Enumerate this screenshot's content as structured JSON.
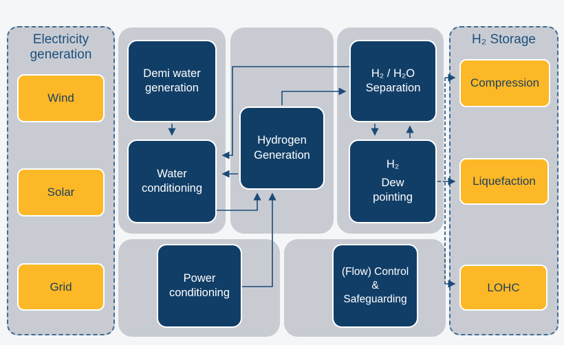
{
  "colors": {
    "background": "#f5f6f7",
    "panel_gray": "#c8ccd2",
    "navy_box": "#113e67",
    "yellow_box": "#fcb826",
    "line": "#1b4a78",
    "dashed_border": "#3c6a96",
    "title_text": "#1d4e7c",
    "yellow_box_text": "#1c3f5e"
  },
  "left_panel": {
    "title": "Electricity generation",
    "items": [
      {
        "label": "Wind"
      },
      {
        "label": "Solar"
      },
      {
        "label": "Grid"
      }
    ]
  },
  "right_panel": {
    "title": "H₂ Storage",
    "items": [
      {
        "label": "Compression"
      },
      {
        "label": "Liquefaction"
      },
      {
        "label": "LOHC"
      }
    ]
  },
  "process_boxes": {
    "demi_water": {
      "lines": [
        "Demi water",
        "generation"
      ]
    },
    "water_conditioning": {
      "lines": [
        "Water",
        "conditioning"
      ]
    },
    "hydrogen_generation": {
      "lines": [
        "Hydrogen",
        "Generation"
      ]
    },
    "h2_h2o_separation": {
      "lines": [
        "H₂ / H₂O",
        "Separation"
      ]
    },
    "h2_dew_pointing": {
      "lines": [
        "H₂",
        "Dew",
        "pointing"
      ]
    },
    "power_conditioning": {
      "lines": [
        "Power",
        "conditioning"
      ]
    },
    "flow_control": {
      "lines": [
        "(Flow) Control",
        "&",
        "Safeguarding"
      ]
    }
  },
  "connections": [
    {
      "from": "demi_water",
      "to": "water_conditioning",
      "style": "solid"
    },
    {
      "from": "h2_h2o_separation",
      "to": "water_conditioning",
      "style": "solid"
    },
    {
      "from": "hydrogen_generation",
      "to": "water_conditioning",
      "style": "solid"
    },
    {
      "from": "water_conditioning",
      "to": "hydrogen_generation",
      "style": "solid"
    },
    {
      "from": "power_conditioning",
      "to": "hydrogen_generation",
      "style": "solid"
    },
    {
      "from": "hydrogen_generation",
      "to": "h2_h2o_separation",
      "style": "solid"
    },
    {
      "from": "h2_h2o_separation",
      "to": "h2_dew_pointing",
      "style": "solid"
    },
    {
      "from": "h2_dew_pointing",
      "to": "h2_h2o_separation",
      "style": "solid"
    },
    {
      "from": "h2_dew_pointing",
      "to": "compression",
      "style": "dashed"
    },
    {
      "from": "h2_dew_pointing",
      "to": "liquefaction",
      "style": "dashed"
    },
    {
      "from": "h2_dew_pointing",
      "to": "lohc",
      "style": "dashed"
    }
  ]
}
